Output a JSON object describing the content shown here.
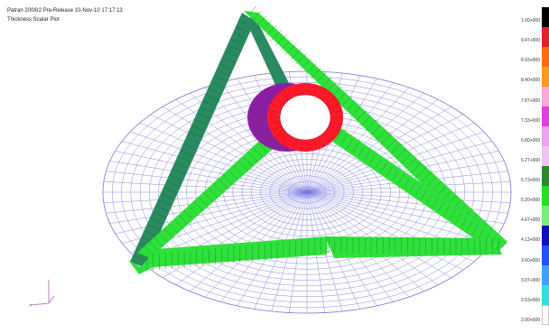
{
  "viewport": {
    "title_line": "Patran 2008r2 Pre-Release 10-Nov-10 17:17:13",
    "subtitle_line": "Thickness Scalar Plot"
  },
  "legend": {
    "labels": [
      "1.00+000",
      "9.47+000",
      "8.93+000",
      "8.40+000",
      "7.87+000",
      "7.33+000",
      "6.80+000",
      "6.27+000",
      "5.73+000",
      "5.20+000",
      "4.67+000",
      "4.13+000",
      "3.60+000",
      "3.07+000",
      "2.53+000",
      "2.00+000"
    ],
    "colors": [
      "#000000",
      "#e8202a",
      "#ff6a10",
      "#ff9a20",
      "#ffa8d8",
      "#e040e0",
      "#f0a0f0",
      "#f5c0f5",
      "#2a8a2a",
      "#20e020",
      "#78f078",
      "#1010c0",
      "#2050ff",
      "#40a0ff",
      "#30e0e0",
      "#ffffff"
    ]
  },
  "colors": {
    "mesh": "#7a7ae0",
    "strut_green": "#2ee03a",
    "strut_dark": "#2a8a60",
    "ring_red": "#ff1a2a",
    "ring_purple": "#8a20a0"
  },
  "icons": [
    "coordinate-triad-icon"
  ]
}
